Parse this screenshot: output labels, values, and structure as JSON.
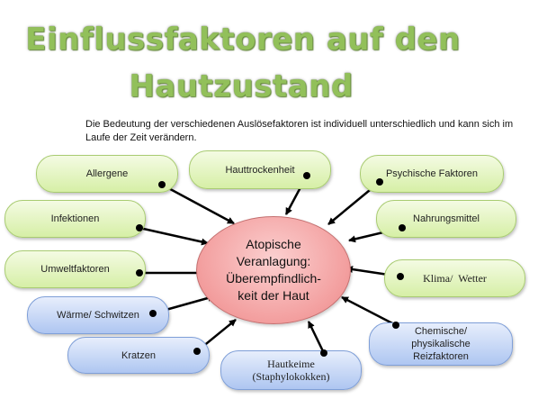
{
  "title": {
    "line1": "Einflussfaktoren auf den",
    "line2": "Hautzustand"
  },
  "subtitle": "Die Bedeutung der verschiedenen Auslösefaktoren ist individuell unterschiedlich und kann sich im Laufe der Zeit verändern.",
  "center": {
    "line1": "Atopische",
    "line2": "Veranlagung:",
    "line3": "Überempfindlich-",
    "line4": "keit der Haut"
  },
  "factors": {
    "allergene": "Allergene",
    "hauttrockenheit": "Hauttrockenheit",
    "psychische": "Psychische Faktoren",
    "infektionen": "Infektionen",
    "nahrungsmittel": "Nahrungsmittel",
    "umwelt": "Umweltfaktoren",
    "klima": "Klima/  Wetter",
    "waerme": "Wärme/ Schwitzen",
    "kratzen": "Kratzen",
    "hautkeime1": "Hautkeime",
    "hautkeime2": "(Staphylokokken)",
    "chem1": "Chemische/",
    "chem2": "physikalische",
    "chem3": "Reizfaktoren"
  },
  "colors": {
    "title": "#92c05a",
    "green": "#d6efa6",
    "blue": "#aec6f1",
    "center": "#f29a9a"
  }
}
